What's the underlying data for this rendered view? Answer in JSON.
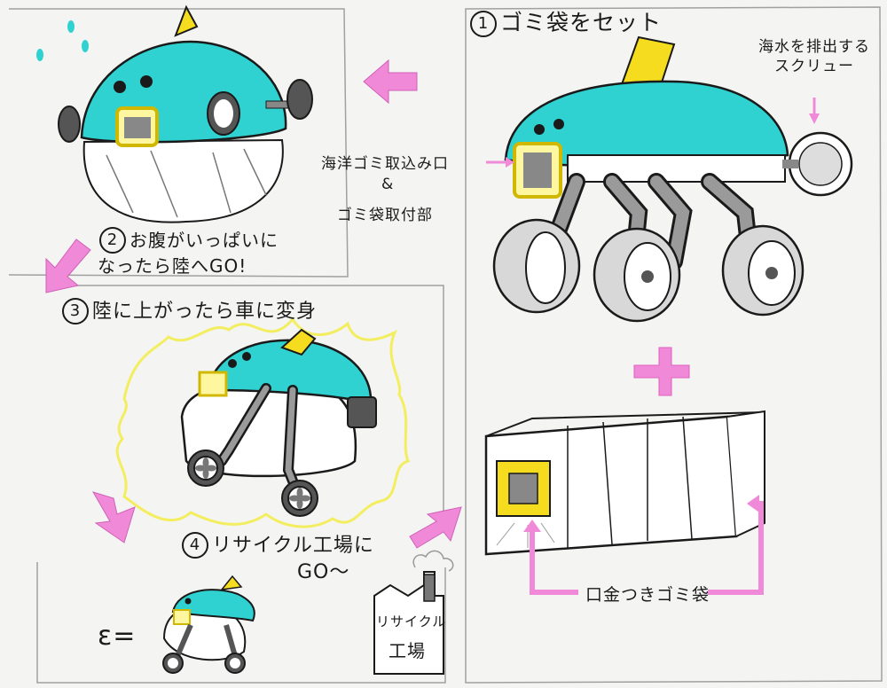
{
  "steps": {
    "s1": {
      "num": "1",
      "text": "ゴミ袋をセット"
    },
    "s2": {
      "num": "2",
      "line1": "お腹がいっぱいに",
      "line2": "なったら陸へGO!"
    },
    "s3": {
      "num": "3",
      "text": "陸に上がったら車に変身"
    },
    "s4": {
      "num": "4",
      "line1": "リサイクル工場に",
      "line2": "GO〜"
    }
  },
  "labels": {
    "screw": "海水を排出する\nスクリュー",
    "intake_line1": "海洋ゴミ取込み口",
    "intake_amp": "&",
    "intake_line2": "ゴミ袋取付部",
    "bag": "口金つきゴミ袋",
    "factory_line1": "リサイクル",
    "factory_line2": "工場",
    "speed": "ε="
  },
  "colors": {
    "body": "#2fd2d0",
    "fin": "#f5dc1e",
    "arrow": "#f08ad8",
    "ink": "#1a1a1a",
    "glow": "#f3ee60"
  }
}
